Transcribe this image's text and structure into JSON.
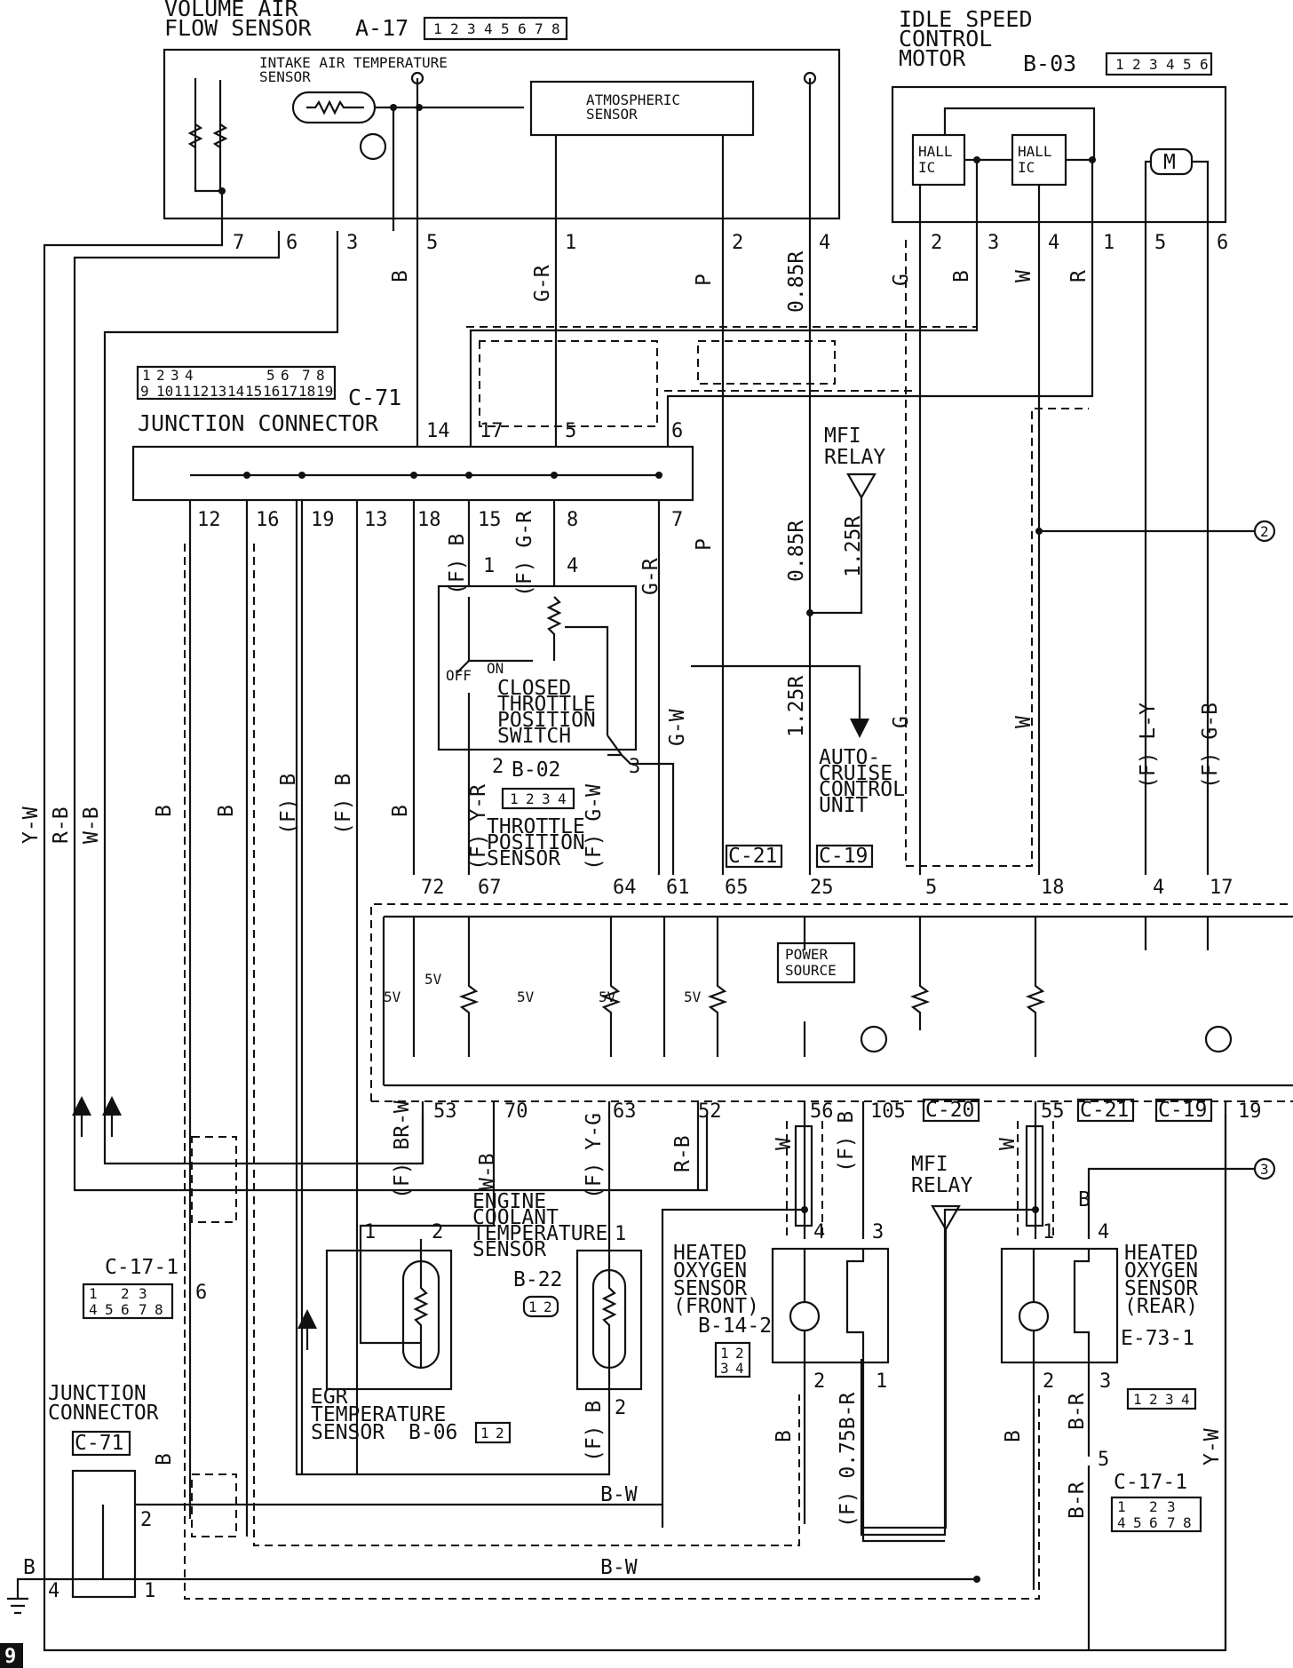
{
  "components": {
    "maf": {
      "title1": "VOLUME AIR",
      "title2": "FLOW SENSOR",
      "ref": "A-17"
    },
    "iat": {
      "line1": "INTAKE AIR TEMPERATURE",
      "line2": "SENSOR"
    },
    "atm": {
      "line1": "ATMOSPHERIC",
      "line2": "SENSOR"
    },
    "isc": {
      "title1": "IDLE SPEED",
      "title2": "CONTROL",
      "title3": "MOTOR",
      "ref": "B-03",
      "hall1a": "HALL",
      "hall1b": "IC",
      "hall2a": "HALL",
      "hall2b": "IC",
      "motor": "M"
    },
    "jc_top": {
      "label": "JUNCTION CONNECTOR",
      "ref": "C-71"
    },
    "mfi1": {
      "line1": "MFI",
      "line2": "RELAY"
    },
    "mfi2": {
      "line1": "MFI",
      "line2": "RELAY"
    },
    "ctps": {
      "off": "OFF",
      "on": "ON",
      "l1": "CLOSED",
      "l2": "THROTTLE",
      "l3": "POSITION",
      "l4": "SWITCH"
    },
    "tps": {
      "ref": "B-02",
      "l1": "THROTTLE",
      "l2": "POSITION",
      "l3": "SENSOR"
    },
    "acc": {
      "l1": "AUTO-",
      "l2": "CRUISE",
      "l3": "CONTROL",
      "l4": "UNIT"
    },
    "ecu": {
      "power1": "POWER",
      "power2": "SOURCE",
      "v5": "5V"
    },
    "ect": {
      "l1": "ENGINE",
      "l2": "COOLANT",
      "l3": "TEMPERATURE",
      "l4": "SENSOR",
      "ref": "B-22"
    },
    "egr": {
      "l1": "EGR",
      "l2": "TEMPERATURE",
      "l3": "SENSOR",
      "ref": "B-06"
    },
    "ho2f": {
      "l1": "HEATED",
      "l2": "OXYGEN",
      "l3": "SENSOR",
      "l4": "(FRONT)",
      "ref": "B-14-2"
    },
    "ho2r": {
      "l1": "HEATED",
      "l2": "OXYGEN",
      "l3": "SENSOR",
      "l4": "(REAR)",
      "ref": "E-73-1"
    },
    "c17_left": {
      "ref": "C-17-1"
    },
    "c17_right": {
      "ref": "C-17-1"
    },
    "jc_bottom": {
      "l1": "JUNCTION",
      "l2": "CONNECTOR",
      "ref": "C-71"
    }
  },
  "connector_tags": {
    "c21a": "C-21",
    "c19a": "C-19",
    "c20": "C-20",
    "c21b": "C-21",
    "c19b": "C-19"
  },
  "pin_grid": {
    "a17": [
      "1",
      "2",
      "3",
      "4",
      "5",
      "6",
      "7",
      "8"
    ],
    "b03": [
      "1",
      "2",
      "3",
      "4",
      "5",
      "6"
    ],
    "c71_row1": [
      "1",
      "2",
      "3",
      "4",
      "",
      "5",
      "6",
      "7",
      "8"
    ],
    "c71_row2": [
      "9",
      "10",
      "11",
      "12",
      "13",
      "14",
      "15",
      "16",
      "17",
      "18",
      "19"
    ],
    "b02": [
      "1",
      "2",
      "3",
      "4"
    ],
    "b22": [
      "1",
      "2"
    ],
    "b06": [
      "1",
      "2"
    ],
    "b142": [
      "1",
      "2",
      "3",
      "4"
    ],
    "e731": [
      "1",
      "2",
      "3",
      "4"
    ],
    "c17": [
      "1",
      "",
      "2",
      "3",
      "4",
      "5",
      "6",
      "7",
      "8"
    ]
  },
  "wires": {
    "top": {
      "b": "B",
      "gr": "G-R",
      "p": "P",
      "r085": "0.85R",
      "g": "G",
      "b2": "B",
      "w": "W",
      "r": "R"
    },
    "mid": {
      "fb15": "(F) B",
      "fgr8": "(F) G-R",
      "gr7": "G-R",
      "p": "P",
      "r085": "0.85R",
      "r125a": "1.25R",
      "r125b": "1.25R",
      "gw": "G-W",
      "g": "G",
      "w": "W",
      "fly": "(F) L-Y",
      "fgb": "(F) G-B"
    },
    "left": {
      "yw": "Y-W",
      "rb": "R-B",
      "wb": "W-B",
      "b1": "B",
      "b2": "B",
      "fb1": "(F) B",
      "fb2": "(F) B",
      "b3": "B",
      "fyr": "(F) Y-R",
      "fgw": "(F) G-W"
    },
    "low": {
      "fbrw": "(F) BR-W",
      "wb": "W-B",
      "fyg": "(F) Y-G",
      "rb": "R-B",
      "w56": "W",
      "fb105": "(F) B",
      "w55": "W",
      "b4": "B",
      "fb2": "(F) B",
      "b_front": "B",
      "f075br": "(F) 0.75B-R",
      "b_rear": "B",
      "br3": "B-R",
      "br5": "B-R",
      "yw": "Y-W",
      "bw1": "B-W",
      "bw2": "B-W",
      "b_gnd": "B",
      "b_left": "B"
    }
  },
  "pins": {
    "maf": [
      "7",
      "6",
      "3",
      "5",
      "1",
      "2",
      "4"
    ],
    "isc": [
      "2",
      "3",
      "4",
      "1",
      "5",
      "6"
    ],
    "jc_top": [
      "14",
      "17",
      "5",
      "6"
    ],
    "jc_bot": [
      "12",
      "16",
      "19",
      "13",
      "18",
      "15",
      "8",
      "7"
    ],
    "tps": [
      "1",
      "4",
      "2",
      "3"
    ],
    "ecu_top": [
      "72",
      "67",
      "64",
      "61",
      "65",
      "25",
      "5",
      "18",
      "4",
      "17"
    ],
    "ecu_bot": [
      "53",
      "70",
      "63",
      "52",
      "56",
      "105",
      "55",
      "19"
    ],
    "ho2f": [
      "4",
      "3",
      "2",
      "1"
    ],
    "ho2r": [
      "1",
      "4",
      "2",
      "3"
    ],
    "ect": [
      "1",
      "2"
    ],
    "egr": [
      "1",
      "2"
    ],
    "misc": [
      "6",
      "5",
      "2",
      "4",
      "1"
    ]
  },
  "refs": {
    "r2": "2",
    "r3": "3"
  },
  "page_marker": "9"
}
